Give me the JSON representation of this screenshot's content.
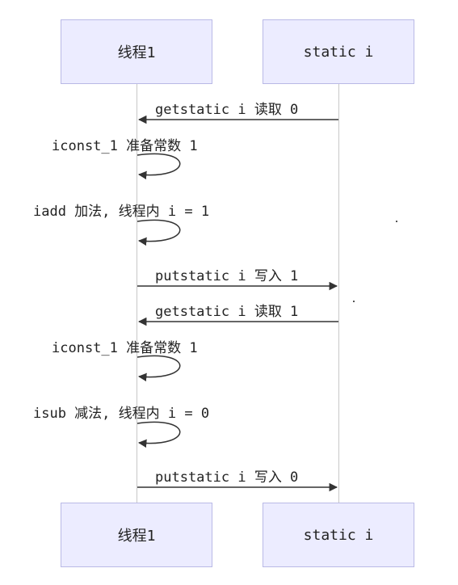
{
  "participants": {
    "thread": "线程1",
    "static_i": "static i"
  },
  "messages": [
    {
      "text": "getstatic i 读取 0"
    },
    {
      "text": "iconst_1 准备常数 1"
    },
    {
      "text": "iadd 加法, 线程内 i = 1"
    },
    {
      "text": "putstatic i 写入 1"
    },
    {
      "text": "getstatic i 读取 1"
    },
    {
      "text": "iconst_1 准备常数 1"
    },
    {
      "text": "isub 减法, 线程内 i = 0"
    },
    {
      "text": "putstatic i 写入 0"
    }
  ]
}
